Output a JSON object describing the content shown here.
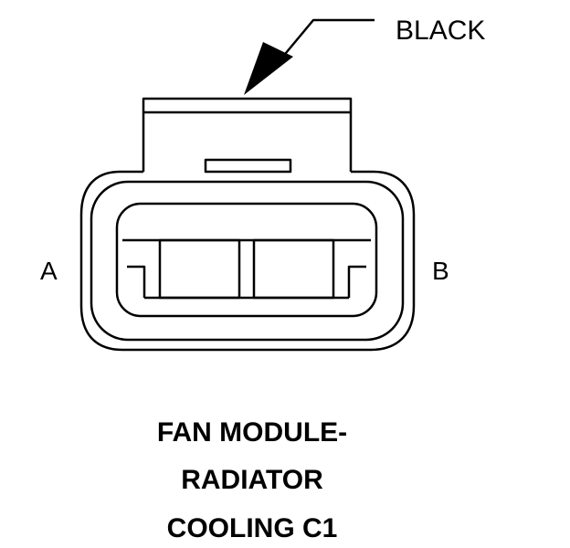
{
  "connector": {
    "color_label": "BLACK",
    "pin_a": "A",
    "pin_b": "B"
  },
  "title_lines": [
    "FAN MODULE-",
    "RADIATOR",
    "COOLING C1"
  ],
  "colors": {
    "line": "#000000",
    "background": "#ffffff"
  }
}
